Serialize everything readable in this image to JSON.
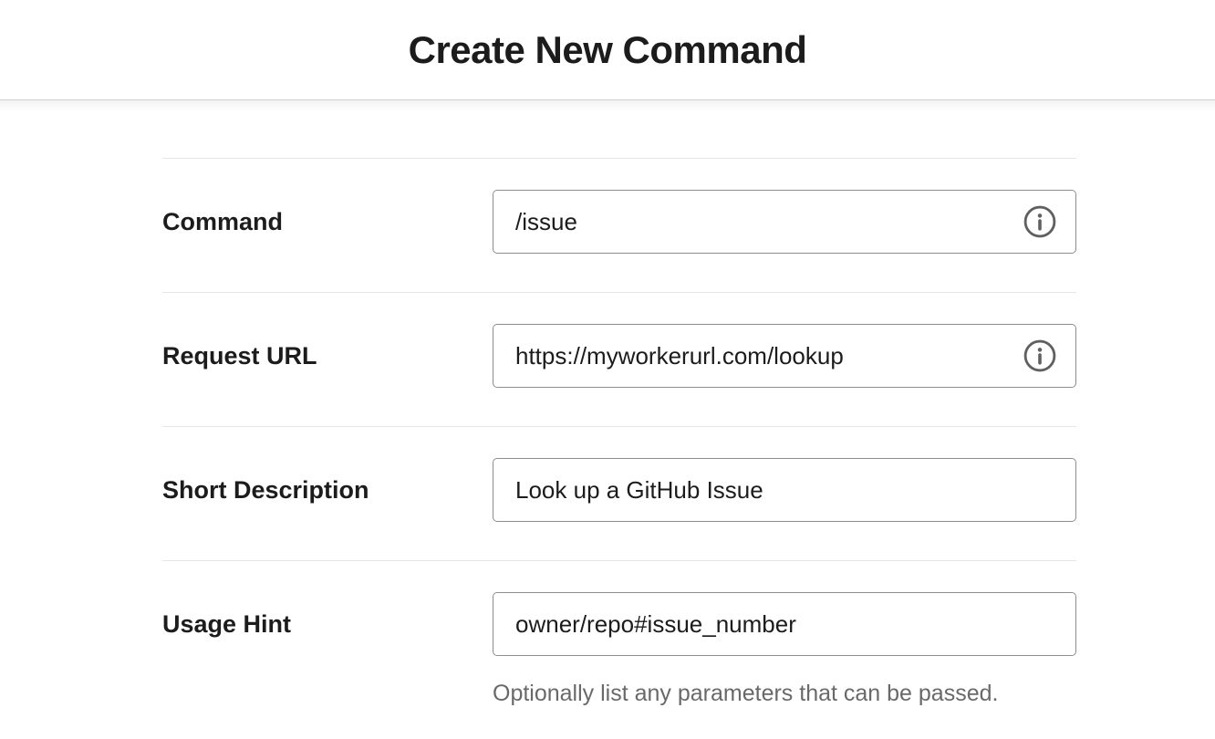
{
  "page": {
    "title": "Create New Command"
  },
  "form": {
    "fields": [
      {
        "label": "Command",
        "value": "/issue",
        "has_info_icon": true
      },
      {
        "label": "Request URL",
        "value": "https://myworkerurl.com/lookup",
        "has_info_icon": true
      },
      {
        "label": "Short Description",
        "value": "Look up a GitHub Issue",
        "has_info_icon": false
      },
      {
        "label": "Usage Hint",
        "value": "owner/repo#issue_number",
        "has_info_icon": false,
        "helper": "Optionally list any parameters that can be passed."
      }
    ]
  },
  "icons": {
    "info": "info-circle-icon"
  },
  "colors": {
    "text": "#1d1c1d",
    "input_border": "#8d8d8d",
    "divider": "#e6e6e6",
    "header_border": "#dbdbdb",
    "helper_text": "#696969",
    "icon": "#616061",
    "background": "#ffffff"
  }
}
